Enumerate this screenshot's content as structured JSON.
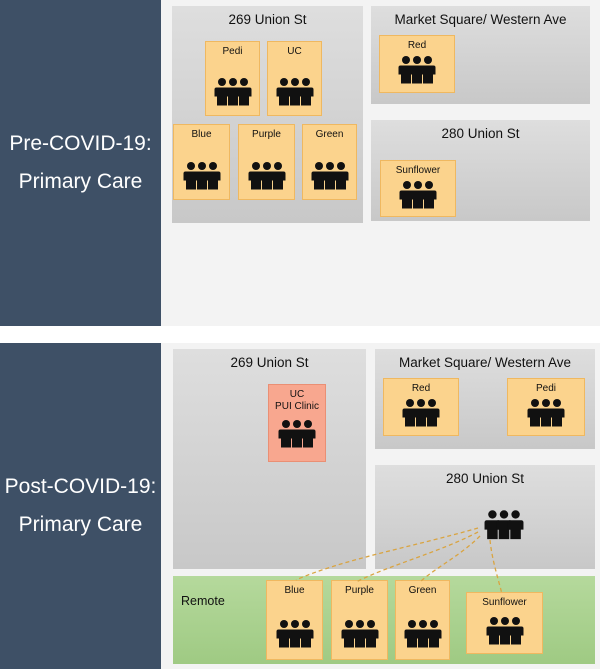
{
  "pre": {
    "side_line1": "Pre-COVID-19:",
    "side_line2": "Primary Care",
    "site_269": {
      "title": "269 Union St",
      "teams": [
        "Pedi",
        "UC",
        "Blue",
        "Purple",
        "Green"
      ]
    },
    "site_market": {
      "title": "Market Square/ Western Ave",
      "teams": [
        "Red"
      ]
    },
    "site_280": {
      "title": "280 Union St",
      "teams": [
        "Sunflower"
      ]
    }
  },
  "post": {
    "side_line1": "Post-COVID-19:",
    "side_line2": "Primary Care",
    "site_269": {
      "title": "269 Union St",
      "team_line1": "UC",
      "team_line2": "PUI Clinic"
    },
    "site_market": {
      "title": "Market Square/ Western Ave",
      "teams": [
        "Red",
        "Pedi"
      ]
    },
    "site_280": {
      "title": "280 Union St"
    },
    "remote": {
      "label": "Remote",
      "teams": [
        "Blue",
        "Purple",
        "Green",
        "Sunflower"
      ]
    }
  },
  "colors": {
    "sidebar": "#3e5066",
    "team": "#fbd38d",
    "pui_clinic": "#f8a78f",
    "remote": "#a9d08e",
    "site_box": "#cfcfcf",
    "link": "#d9a441"
  },
  "icons": {
    "team": "people-group-icon"
  }
}
